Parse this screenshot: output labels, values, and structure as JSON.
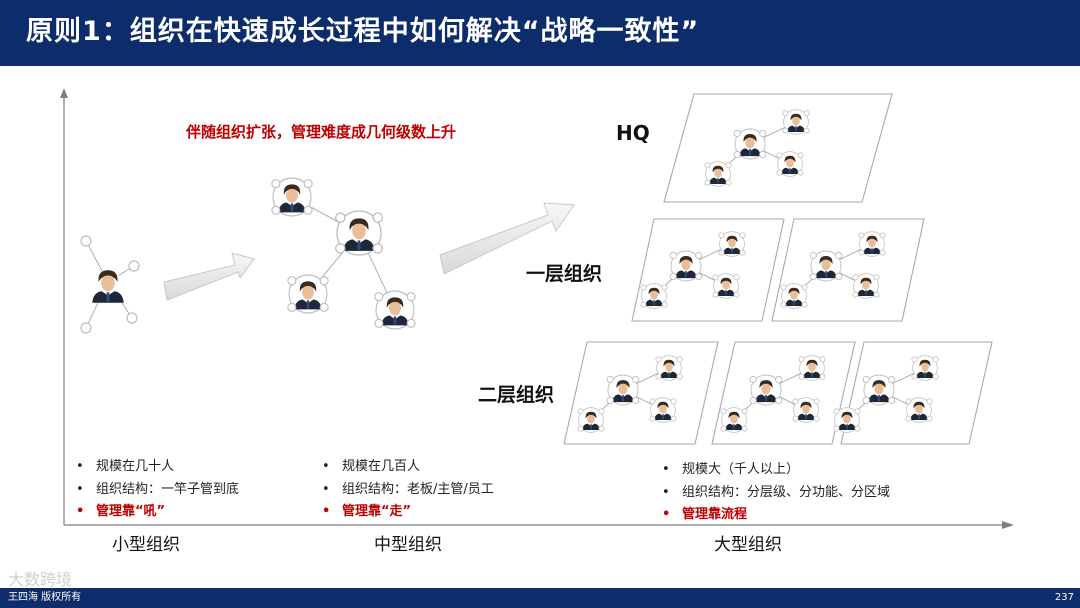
{
  "slide": {
    "title": "原则1：组织在快速成长过程中如何解决“战略一致性”",
    "headline": "伴随组织扩张，管理难度成几何级数上升",
    "page_number": "237",
    "footer_author": "王四海 版权所有",
    "watermark": "大数跨境"
  },
  "labels": {
    "hq": "HQ",
    "level1": "一层组织",
    "level2": "二层组织"
  },
  "columns": [
    {
      "name": "小型组织",
      "bullets": [
        "规模在几十人",
        "组织结构：一竿子管到底"
      ],
      "highlight": "管理靠“吼”"
    },
    {
      "name": "中型组织",
      "bullets": [
        "规模在几百人",
        "组织结构：老板/主管/员工"
      ],
      "highlight": "管理靠“走”"
    },
    {
      "name": "大型组织",
      "bullets": [
        "规模大（千人以上）",
        "组织结构：分层级、分功能、分区域"
      ],
      "highlight": "管理靠流程"
    }
  ],
  "bullet_symbol": "•",
  "colors": {
    "header_bg": "#0d2c6b",
    "highlight_red": "#c00000",
    "arrow_gray": "#e6e6e6",
    "node_line": "#b0b0b0"
  },
  "icons": [
    "person-avatar-icon",
    "node-circle-icon",
    "progress-arrow-icon"
  ]
}
